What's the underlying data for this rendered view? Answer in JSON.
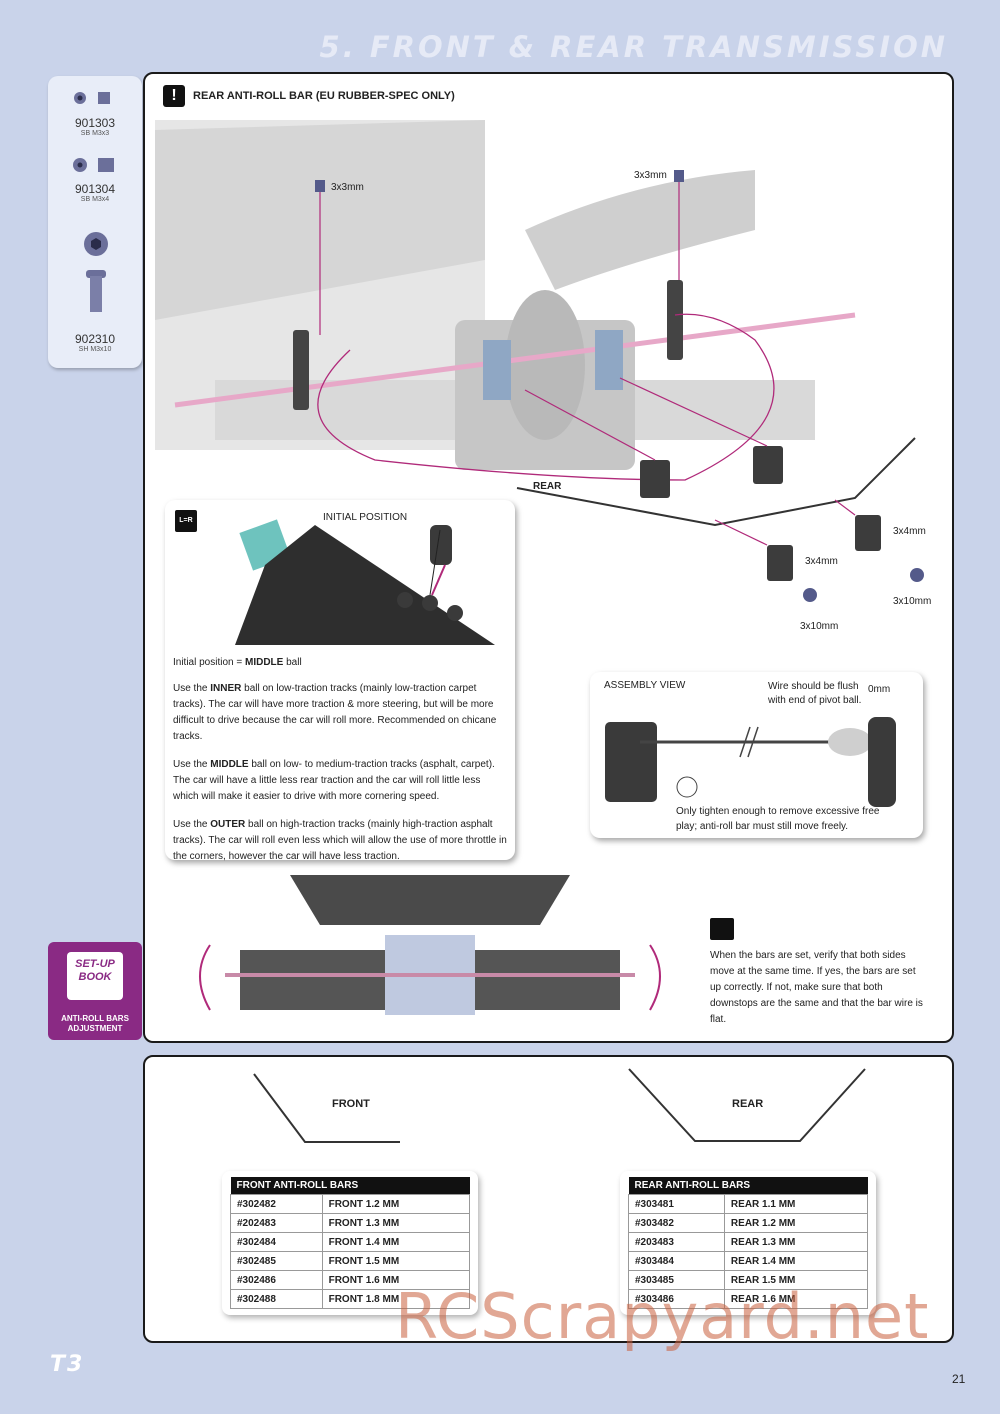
{
  "header": {
    "title": "5. FRONT & REAR TRANSMISSION"
  },
  "parts": [
    {
      "number": "901303",
      "desc": "SB M3x3"
    },
    {
      "number": "901304",
      "desc": "SB M3x4"
    },
    {
      "number": "902310",
      "desc": "SH M3x10"
    }
  ],
  "main": {
    "title": "REAR ANTI-ROLL BAR (EU RUBBER-SPEC ONLY)",
    "labels": {
      "screw_a": "3x3mm",
      "screw_b": "3x3mm",
      "rear": "REAR",
      "x4_a": "3x4mm",
      "x4_b": "3x4mm",
      "x10_a": "3x10mm",
      "x10_b": "3x10mm"
    }
  },
  "initial": {
    "lr_icon": "L=R",
    "label": "INITIAL POSITION",
    "heading_pre": "Initial position = ",
    "heading_bold": "MIDDLE",
    "heading_post": " ball",
    "p1_pre": "Use the ",
    "p1_bold": "INNER",
    "p1_post": " ball on low-traction tracks (mainly low-traction carpet tracks). The car will have more traction & more steering, but will be more difficult to drive because the car will roll more. Recommended on chicane tracks.",
    "p2_pre": "Use the ",
    "p2_bold": "MIDDLE",
    "p2_post": " ball on low- to medium-traction tracks (asphalt, carpet). The car will have a little less rear traction and the car will roll little less which will make it easier to drive with more cornering speed.",
    "p3_pre": "Use the ",
    "p3_bold": "OUTER",
    "p3_post": " ball on high-traction tracks (mainly high-traction asphalt tracks). The car will roll even less which will allow the use of more throttle in the corners, however the car will have less traction."
  },
  "assembly": {
    "title": "ASSEMBLY VIEW",
    "flush_note": "Wire should be flush with end of pivot ball.",
    "gap_label": "0mm",
    "tighten_note": "Only tighten enough to remove excessive free play; anti-roll bar must still move freely."
  },
  "verify_note": "When the bars are set, verify that both sides move at the same time. If yes, the bars are set up correctly. If not, make sure that both downstops are the same and that the bar wire is flat.",
  "setup_book": {
    "line1": "SET-UP",
    "line2": "BOOK",
    "caption": "ANTI-ROLL BARS ADJUSTMENT"
  },
  "bars": {
    "front_label": "FRONT",
    "rear_label": "REAR",
    "front_table": {
      "title": "FRONT ANTI-ROLL BARS",
      "rows": [
        [
          "#302482",
          "FRONT 1.2 MM"
        ],
        [
          "#202483",
          "FRONT 1.3 MM"
        ],
        [
          "#302484",
          "FRONT 1.4 MM"
        ],
        [
          "#302485",
          "FRONT 1.5 MM"
        ],
        [
          "#302486",
          "FRONT 1.6 MM"
        ],
        [
          "#302488",
          "FRONT 1.8 MM"
        ]
      ]
    },
    "rear_table": {
      "title": "REAR ANTI-ROLL BARS",
      "rows": [
        [
          "#303481",
          "REAR 1.1 MM"
        ],
        [
          "#303482",
          "REAR 1.2 MM"
        ],
        [
          "#203483",
          "REAR 1.3 MM"
        ],
        [
          "#303484",
          "REAR 1.4 MM"
        ],
        [
          "#303485",
          "REAR 1.5 MM"
        ],
        [
          "#303486",
          "REAR 1.6 MM"
        ]
      ]
    }
  },
  "footer": {
    "logo": "T3",
    "page": "21",
    "watermark": "RCScrapyard.net"
  }
}
